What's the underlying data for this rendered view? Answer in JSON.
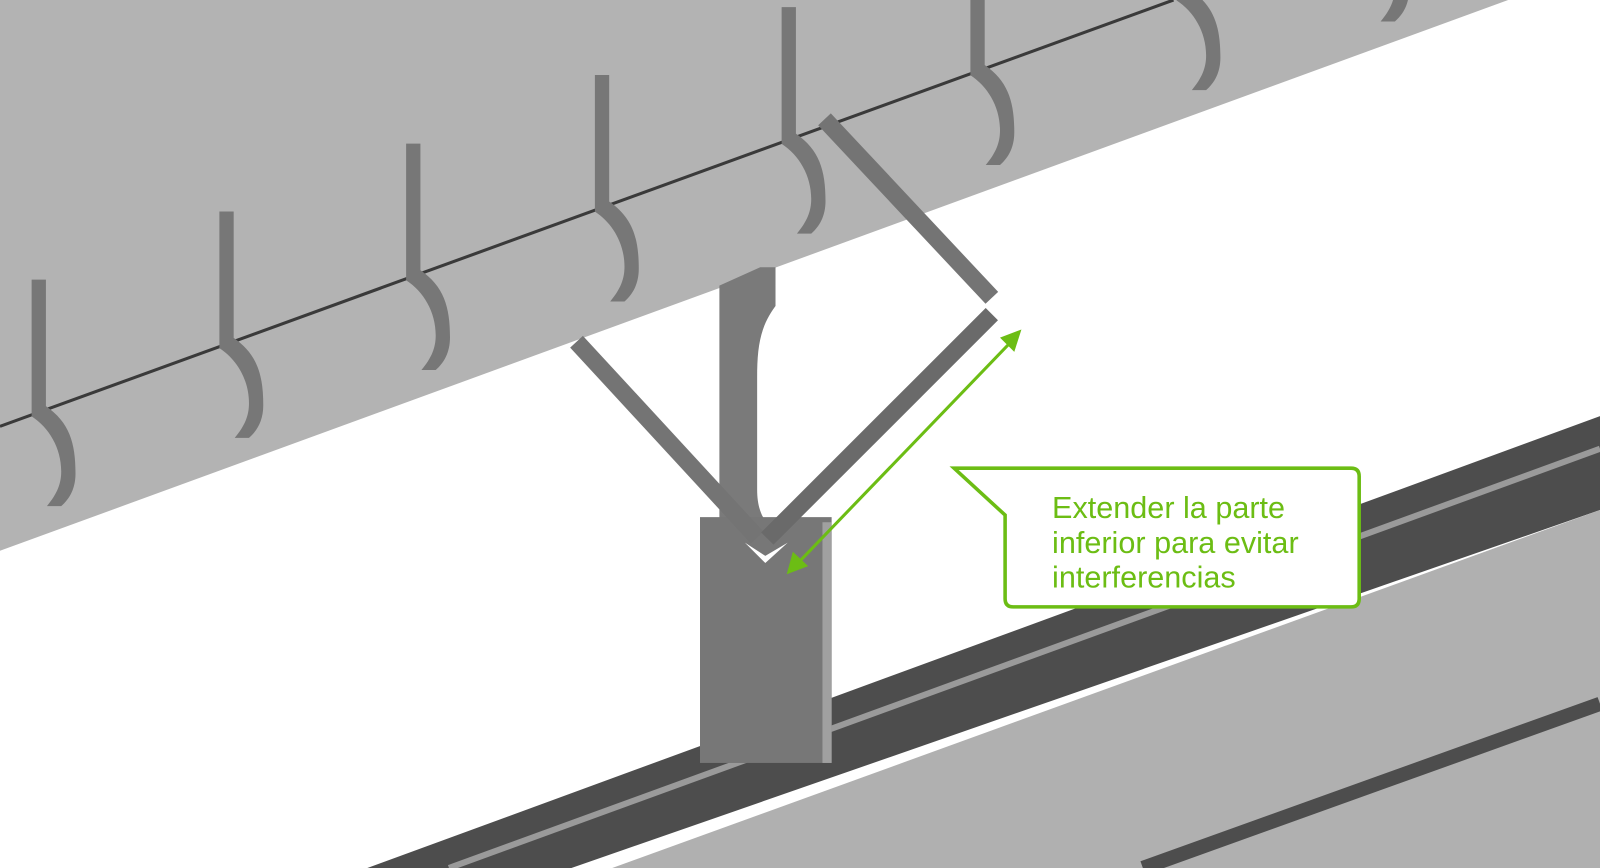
{
  "annotation": {
    "lines": [
      "Extender la parte",
      "inferior para evitar",
      "interferencias"
    ]
  },
  "colors": {
    "accent": "#6cbd14",
    "beam": "#b3b3b3",
    "part_dark": "#767676",
    "rail_dark": "#4d4d4d"
  }
}
